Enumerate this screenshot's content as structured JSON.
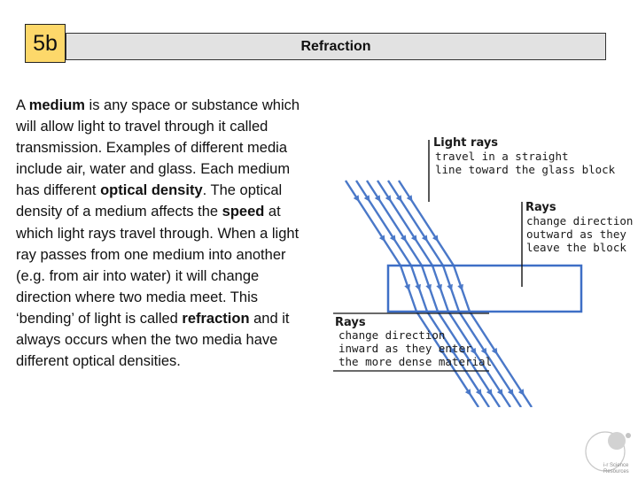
{
  "slide": {
    "badge": "5b",
    "title": "Refraction"
  },
  "body": {
    "segments": [
      {
        "text": "A ",
        "bold": false
      },
      {
        "text": "medium",
        "bold": true
      },
      {
        "text": " is any space or substance which will allow light to travel through it called transmission. Examples of different media include air, water and glass. Each medium has different ",
        "bold": false
      },
      {
        "text": "optical density",
        "bold": true
      },
      {
        "text": ". The optical density of a medium affects the ",
        "bold": false
      },
      {
        "text": "speed",
        "bold": true
      },
      {
        "text": " at which light rays travel through. When a light ray passes from one medium into another (e.g. from air into water) it will change direction where two media meet. This ‘bending’ of light is called ",
        "bold": false
      },
      {
        "text": "refraction",
        "bold": true
      },
      {
        "text": " and it always occurs when the two media have different optical densities.",
        "bold": false
      }
    ]
  },
  "diagram": {
    "ray_color": "#4a78c8",
    "block_color": "#3e6fc6",
    "ray_count": 6,
    "labels": {
      "light_rays": {
        "head": "Light rays",
        "lines": [
          "travel in a straight",
          "line toward the glass block"
        ]
      },
      "rays_leave": {
        "head": "Rays",
        "lines": [
          "change direction",
          "outward as they",
          "leave the block"
        ]
      },
      "rays_enter": {
        "head": "Rays",
        "lines": [
          "change direction",
          "inward as they enter",
          "the more dense material"
        ]
      }
    }
  },
  "logo": {
    "lines": [
      "i-r Science",
      "Resources"
    ]
  }
}
